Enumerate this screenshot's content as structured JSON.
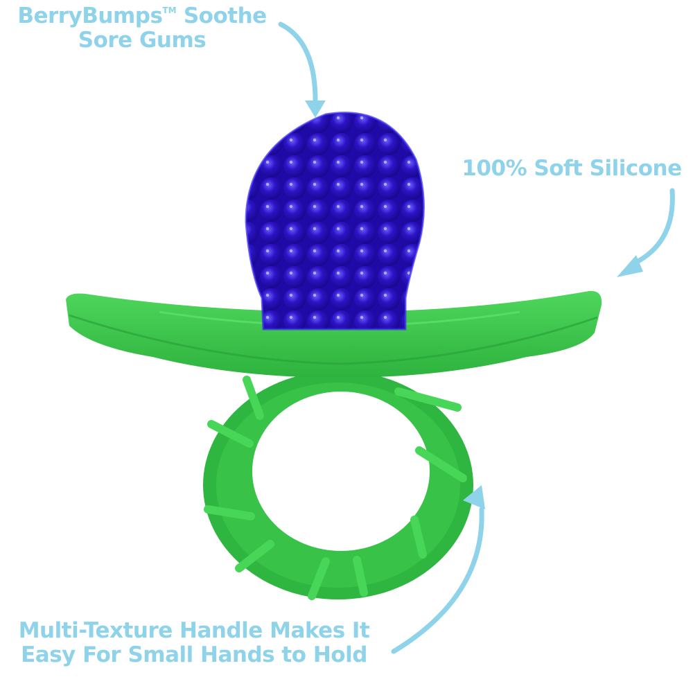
{
  "callouts": {
    "berry": {
      "line1_a": "BerryBumps",
      "tm": "TM",
      "line1_b": " Soothe",
      "line2": "Sore Gums"
    },
    "silicone": {
      "text": "100% Soft Silicone"
    },
    "handle": {
      "line1": "Multi-Texture Handle Makes It",
      "line2": "Easy For Small Hands to Hold"
    }
  },
  "product": {
    "name": "BerryBumps teether",
    "parts": [
      "berry-nub",
      "shield",
      "ring-handle"
    ]
  },
  "colors": {
    "callout_text": "#8fd3ea",
    "arrow": "#8fd3ea",
    "berry": "#2a12b8",
    "berry_highlight": "#5a4cf0",
    "shield": "#3fcf4f",
    "shield_shade": "#2fb43e",
    "ring": "#36c246",
    "ring_shade": "#24a435",
    "background": "#ffffff"
  }
}
